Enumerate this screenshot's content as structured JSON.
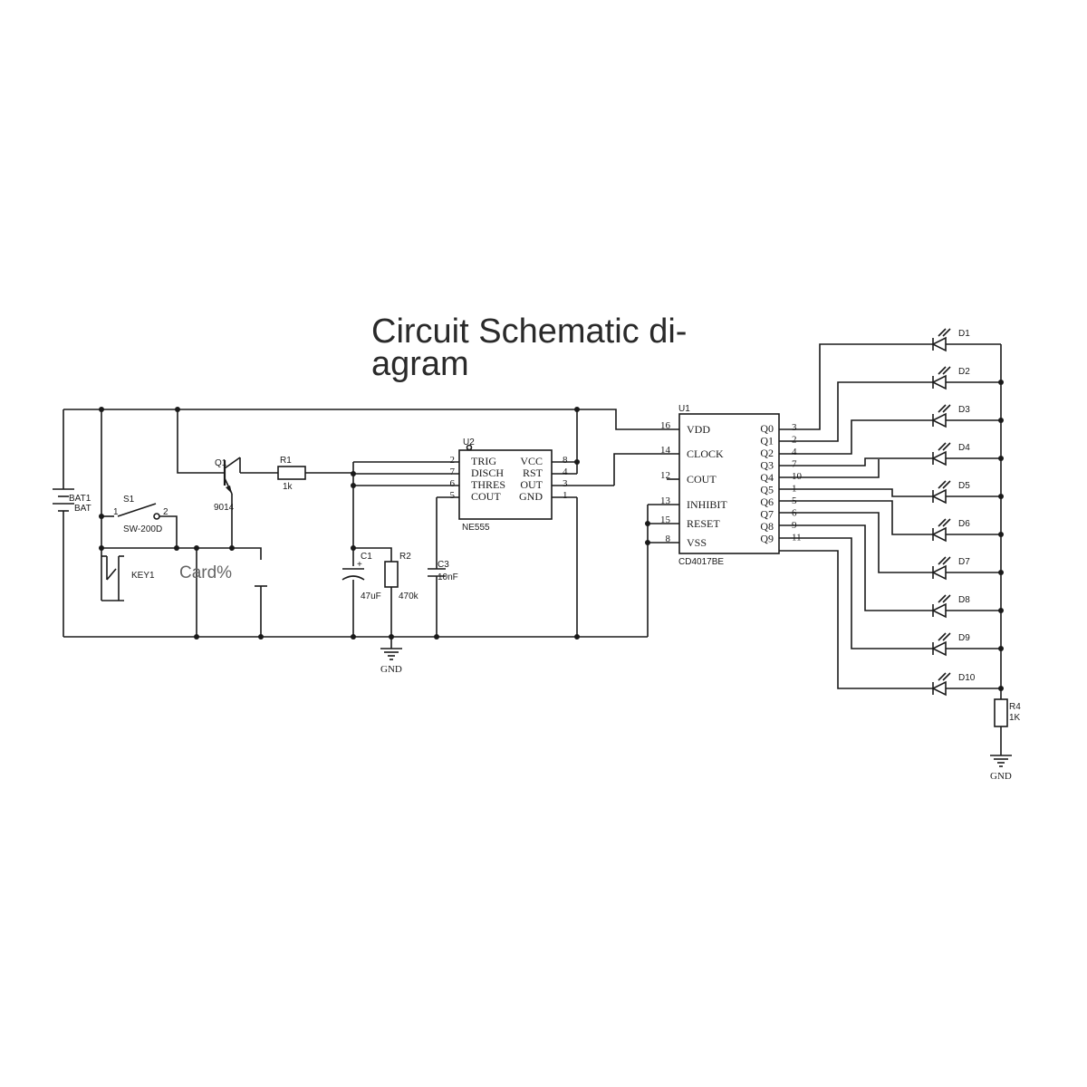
{
  "title": "Circuit Schematic di-\nagram",
  "labels": {
    "bat_ref": "BAT1",
    "bat_val": "BAT",
    "s1_ref": "S1",
    "s1_val": "SW-200D",
    "s1_pin1": "1",
    "s1_pin2": "2",
    "key_ref": "KEY1",
    "card": "Card%",
    "q1_ref": "Q1",
    "q1_val": "9014",
    "r1_ref": "R1",
    "r1_val": "1k",
    "c1_ref": "C1",
    "c1_val": "47uF",
    "r2_ref": "R2",
    "r2_val": "470k",
    "c3_ref": "C3",
    "c3_val": "10nF",
    "gnd1": "GND",
    "gnd2": "GND",
    "r4_ref": "R4",
    "r4_val": "1K"
  },
  "ne555": {
    "ref": "U2",
    "name": "NE555",
    "left_pins": [
      {
        "name": "TRIG",
        "num": "2"
      },
      {
        "name": "DISCH",
        "num": "7"
      },
      {
        "name": "THRES",
        "num": "6"
      },
      {
        "name": "COUT",
        "num": "5"
      }
    ],
    "right_pins": [
      {
        "name": "VCC",
        "num": "8"
      },
      {
        "name": "RST",
        "num": "4"
      },
      {
        "name": "OUT",
        "num": "3"
      },
      {
        "name": "GND",
        "num": "1"
      }
    ]
  },
  "cd4017": {
    "ref": "U1",
    "name": "CD4017BE",
    "left_pins": [
      {
        "name": "VDD",
        "num": "16"
      },
      {
        "name": "CLOCK",
        "num": "14"
      },
      {
        "name": "COUT",
        "num": "12"
      },
      {
        "name": "INHIBIT",
        "num": "13"
      },
      {
        "name": "RESET",
        "num": "15"
      },
      {
        "name": "VSS",
        "num": "8"
      }
    ],
    "right_pins": [
      {
        "name": "Q0",
        "num": "3"
      },
      {
        "name": "Q1",
        "num": "2"
      },
      {
        "name": "Q2",
        "num": "4"
      },
      {
        "name": "Q3",
        "num": "7"
      },
      {
        "name": "Q4",
        "num": "10"
      },
      {
        "name": "Q5",
        "num": "1"
      },
      {
        "name": "Q6",
        "num": "5"
      },
      {
        "name": "Q7",
        "num": "6"
      },
      {
        "name": "Q8",
        "num": "9"
      },
      {
        "name": "Q9",
        "num": "11"
      }
    ]
  },
  "leds": [
    "D1",
    "D2",
    "D3",
    "D4",
    "D5",
    "D6",
    "D7",
    "D8",
    "D9",
    "D10"
  ]
}
